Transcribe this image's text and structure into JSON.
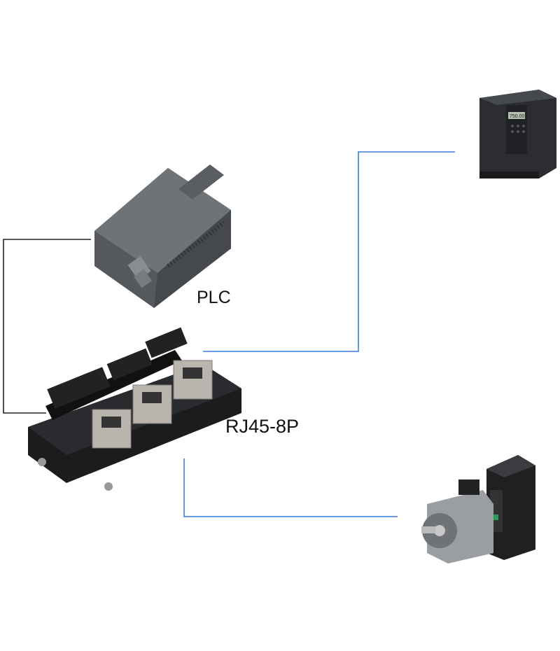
{
  "labels": {
    "plc": "PLC",
    "terminal_block": "RJ45-8P"
  },
  "devices": {
    "inverter_display": "750.00"
  },
  "colors": {
    "plc_link": "#222222",
    "network_link": "#3a7fd5",
    "device_body": "#2b2d30"
  }
}
